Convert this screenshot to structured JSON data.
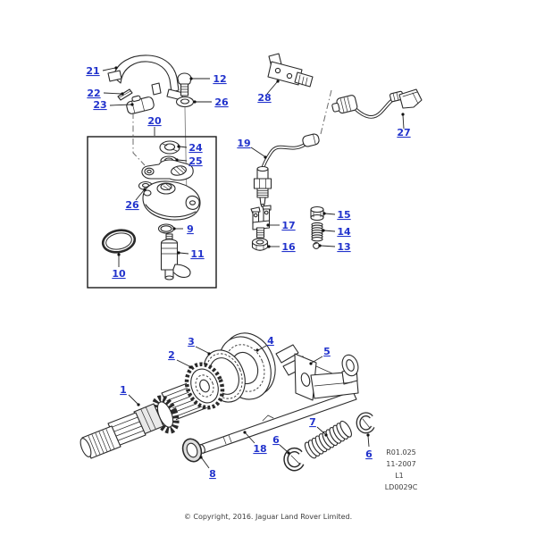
{
  "callouts": [
    {
      "id": "21",
      "text": "21"
    },
    {
      "id": "22",
      "text": "22"
    },
    {
      "id": "23",
      "text": "23"
    },
    {
      "id": "12",
      "text": "12"
    },
    {
      "id": "26-top",
      "text": "26"
    },
    {
      "id": "20",
      "text": "20"
    },
    {
      "id": "24",
      "text": "24"
    },
    {
      "id": "25",
      "text": "25"
    },
    {
      "id": "26-box",
      "text": "26"
    },
    {
      "id": "9",
      "text": "9"
    },
    {
      "id": "11",
      "text": "11"
    },
    {
      "id": "10",
      "text": "10"
    },
    {
      "id": "28",
      "text": "28"
    },
    {
      "id": "19",
      "text": "19"
    },
    {
      "id": "27",
      "text": "27"
    },
    {
      "id": "15",
      "text": "15"
    },
    {
      "id": "14",
      "text": "14"
    },
    {
      "id": "13",
      "text": "13"
    },
    {
      "id": "17",
      "text": "17"
    },
    {
      "id": "16",
      "text": "16"
    },
    {
      "id": "3",
      "text": "3"
    },
    {
      "id": "4",
      "text": "4"
    },
    {
      "id": "2",
      "text": "2"
    },
    {
      "id": "5",
      "text": "5"
    },
    {
      "id": "1",
      "text": "1"
    },
    {
      "id": "18",
      "text": "18"
    },
    {
      "id": "8",
      "text": "8"
    },
    {
      "id": "6-left",
      "text": "6"
    },
    {
      "id": "7",
      "text": "7"
    },
    {
      "id": "6-right",
      "text": "6"
    }
  ],
  "plate": {
    "lines": [
      "R01.025",
      "11-2007",
      "L1",
      "LD0029C"
    ]
  },
  "footer": {
    "copyright": "© Copyright, 2016. Jaguar Land Rover Limited."
  },
  "colors": {
    "callout_blue": "#2233cc",
    "line": "#2a2a2a",
    "background": "#ffffff"
  }
}
